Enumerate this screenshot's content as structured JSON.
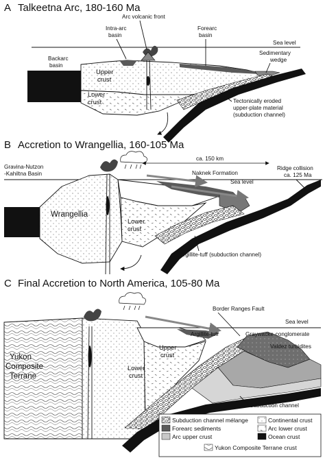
{
  "panels": {
    "a": {
      "letter": "A",
      "title": "Talkeetna Arc, 180-160 Ma",
      "labels": {
        "arc_front": "Arc volcanic front",
        "intra_arc_1": "Intra-arc",
        "intra_arc_2": "basin",
        "forearc_1": "Forearc",
        "forearc_2": "basin",
        "sea_level": "Sea level",
        "backarc_1": "Backarc",
        "backarc_2": "basin",
        "sed_wedge_1": "Sedimentary",
        "sed_wedge_2": "wedge",
        "upper_crust_1": "Upper",
        "upper_crust_2": "crust",
        "lower_crust_1": "Lower",
        "lower_crust_2": "crust",
        "eroded_1": "Tectonically eroded",
        "eroded_2": "upper-plate material",
        "eroded_3": "(subduction channel)"
      }
    },
    "b": {
      "letter": "B",
      "title": "Accretion to Wrangellia, 160-105 Ma",
      "labels": {
        "gravina_1": "Gravina-Nutzon",
        "gravina_2": "-Kahiltna Basin",
        "distance": "ca. 150 km",
        "naknek": "Naknek Formation",
        "sea_level": "Sea level",
        "ridge_1": "Ridge collision",
        "ridge_2": "ca. 125 Ma",
        "wrangellia": "Wrangellia",
        "lower_crust_1": "Lower",
        "lower_crust_2": "crust",
        "argillite": "Argillite-tuff (subduction channel)"
      }
    },
    "c": {
      "letter": "C",
      "title": "Final Accretion to North America, 105-80 Ma",
      "labels": {
        "border_ranges": "Border Ranges Fault",
        "sea_level": "Sea level",
        "argillite": "Argillite-tuff",
        "graywacke": "Graywacke-conglomerate",
        "valdez": "Valdez turbidites",
        "upper_crust_1": "Upper",
        "upper_crust_2": "crust",
        "lower_crust_1": "Lower",
        "lower_crust_2": "crust",
        "yukon_1": "Yukon",
        "yukon_2": "Composite",
        "yukon_3": "Terrane",
        "subduction_channel": "Subduction channel"
      }
    }
  },
  "legend": {
    "melange": "Subduction channel mélange",
    "continental": "Continental crust",
    "forearc": "Forearc sediments",
    "arc_lower": "Arc lower crust",
    "arc_upper": "Arc upper crust",
    "ocean": "Ocean crust",
    "yukon": "Yukon Composite Terrane crust"
  },
  "colors": {
    "forearc_sediments": "#5a5a5a",
    "ocean_crust": "#111111",
    "arc_upper_crust": "#c9c9c9",
    "subduction_melange": "#9a9a9a",
    "outline": "#111111",
    "background": "#ffffff"
  }
}
